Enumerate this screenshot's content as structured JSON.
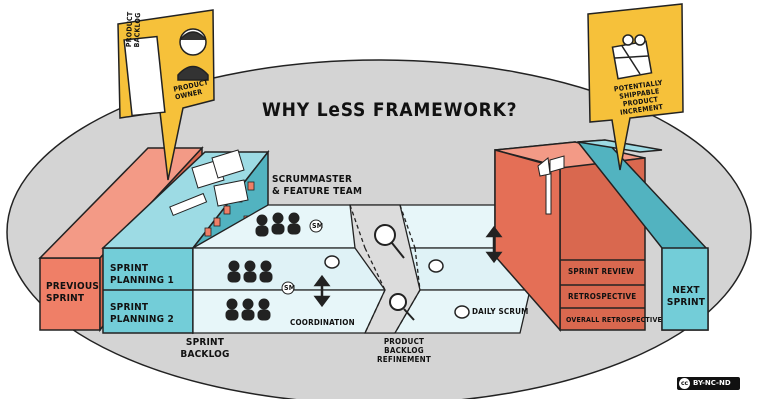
{
  "title": "WHY LeSS FRAMEWORK?",
  "callouts": {
    "backlog_card": "PRODUCT\nBACKLOG",
    "product_owner": "PRODUCT\nOWNER",
    "increment": "POTENTIALLY SHIPPABLE\nPRODUCT INCREMENT"
  },
  "labels": {
    "previous_sprint": "PREVIOUS\nSPRINT",
    "sprint_planning_1": "SPRINT\nPLANNING 1",
    "sprint_planning_2": "SPRINT\nPLANNING 2",
    "scrummaster_team": "SCRUMMASTER\n& FEATURE TEAM",
    "coordination": "COORDINATION",
    "daily_scrum": "DAILY SCRUM",
    "sprint_backlog": "SPRINT\nBACKLOG",
    "product_backlog_refinement": "PRODUCT\nBACKLOG\nREFINEMENT",
    "sprint_review": "SPRINT REVIEW",
    "retrospective": "RETROSPECTIVE",
    "overall_retrospective": "OVERALL RETROSPECTIVE",
    "next_sprint": "NEXT\nSPRINT",
    "sm_badge": "SM"
  },
  "license": {
    "badge": "cc",
    "text": "BY-NC-ND"
  },
  "colors": {
    "ellipse": "#d4d4d4",
    "salmon": "#ef7f67",
    "salmon_dark": "#d9684f",
    "teal": "#73cdd8",
    "teal_dark": "#52b3c0",
    "teal_light": "#dff2f6",
    "yellow": "#f6c13a",
    "gray_lane": "#dcdcdc"
  }
}
